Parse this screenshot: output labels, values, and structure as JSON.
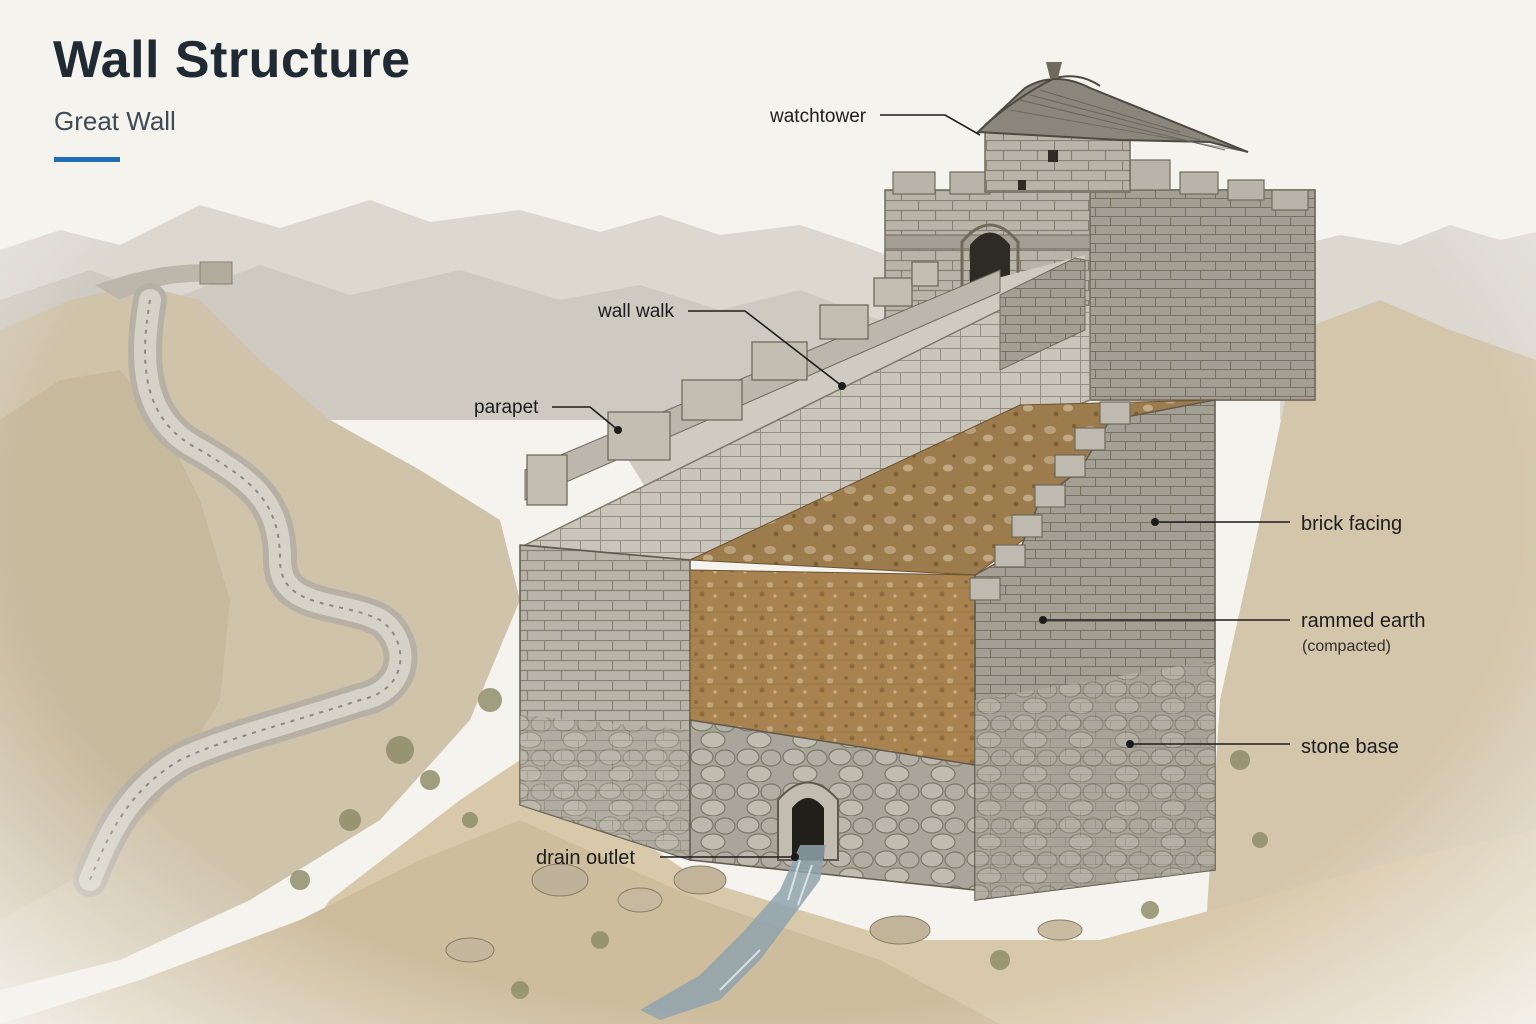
{
  "header": {
    "title": "Wall Structure",
    "subtitle": "Great Wall"
  },
  "labels": {
    "watchtower": "watchtower",
    "wall_walk": "wall walk",
    "parapet": "parapet",
    "brick_facing": "brick facing",
    "rammed_earth": "rammed earth",
    "rammed_earth_note": "(compacted)",
    "stone_base": "stone base",
    "drain_outlet": "drain outlet"
  },
  "colors": {
    "accent": "#1f6fb8",
    "title": "#1f2a33",
    "stone": "#b7b2a7",
    "earth": "#a8834f",
    "ground": "#d7c8ac",
    "mountains": "#cfcac0",
    "water": "#8fa3ad"
  }
}
